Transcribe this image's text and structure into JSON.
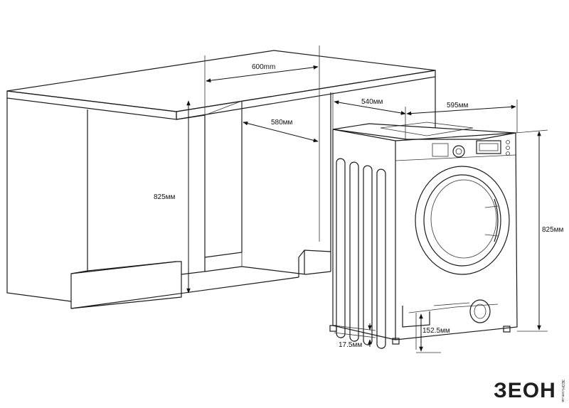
{
  "dimensions": {
    "niche_width": "600mm",
    "niche_depth": "580мм",
    "niche_height": "825мм",
    "machine_depth": "540мм",
    "machine_width": "595мм",
    "machine_height": "825мм",
    "foot_height": "17.5мм",
    "foot_offset": "152.5мм"
  },
  "logo": {
    "text": "ЗЕОН",
    "subtext": "ЗЕОН.com.ua"
  }
}
